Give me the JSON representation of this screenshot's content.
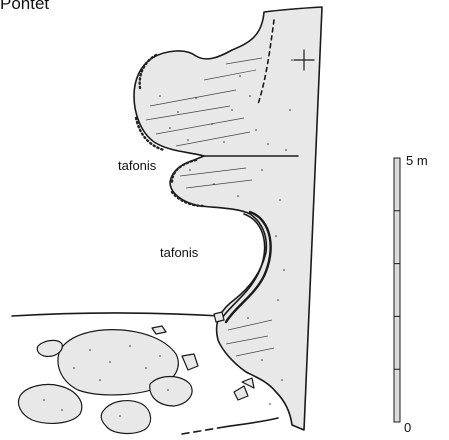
{
  "figure": {
    "title": "Pontet",
    "labels": {
      "tafonis_upper": "tafonis",
      "tafonis_lower": "tafonis"
    },
    "scale": {
      "top_label": "5 m",
      "bottom_label": "0",
      "length_m": 5,
      "segments": 5
    },
    "colors": {
      "rock_fill": "#e8e8e8",
      "ink": "#1a1a1a",
      "scale_fill": "#dcdcdc"
    }
  }
}
